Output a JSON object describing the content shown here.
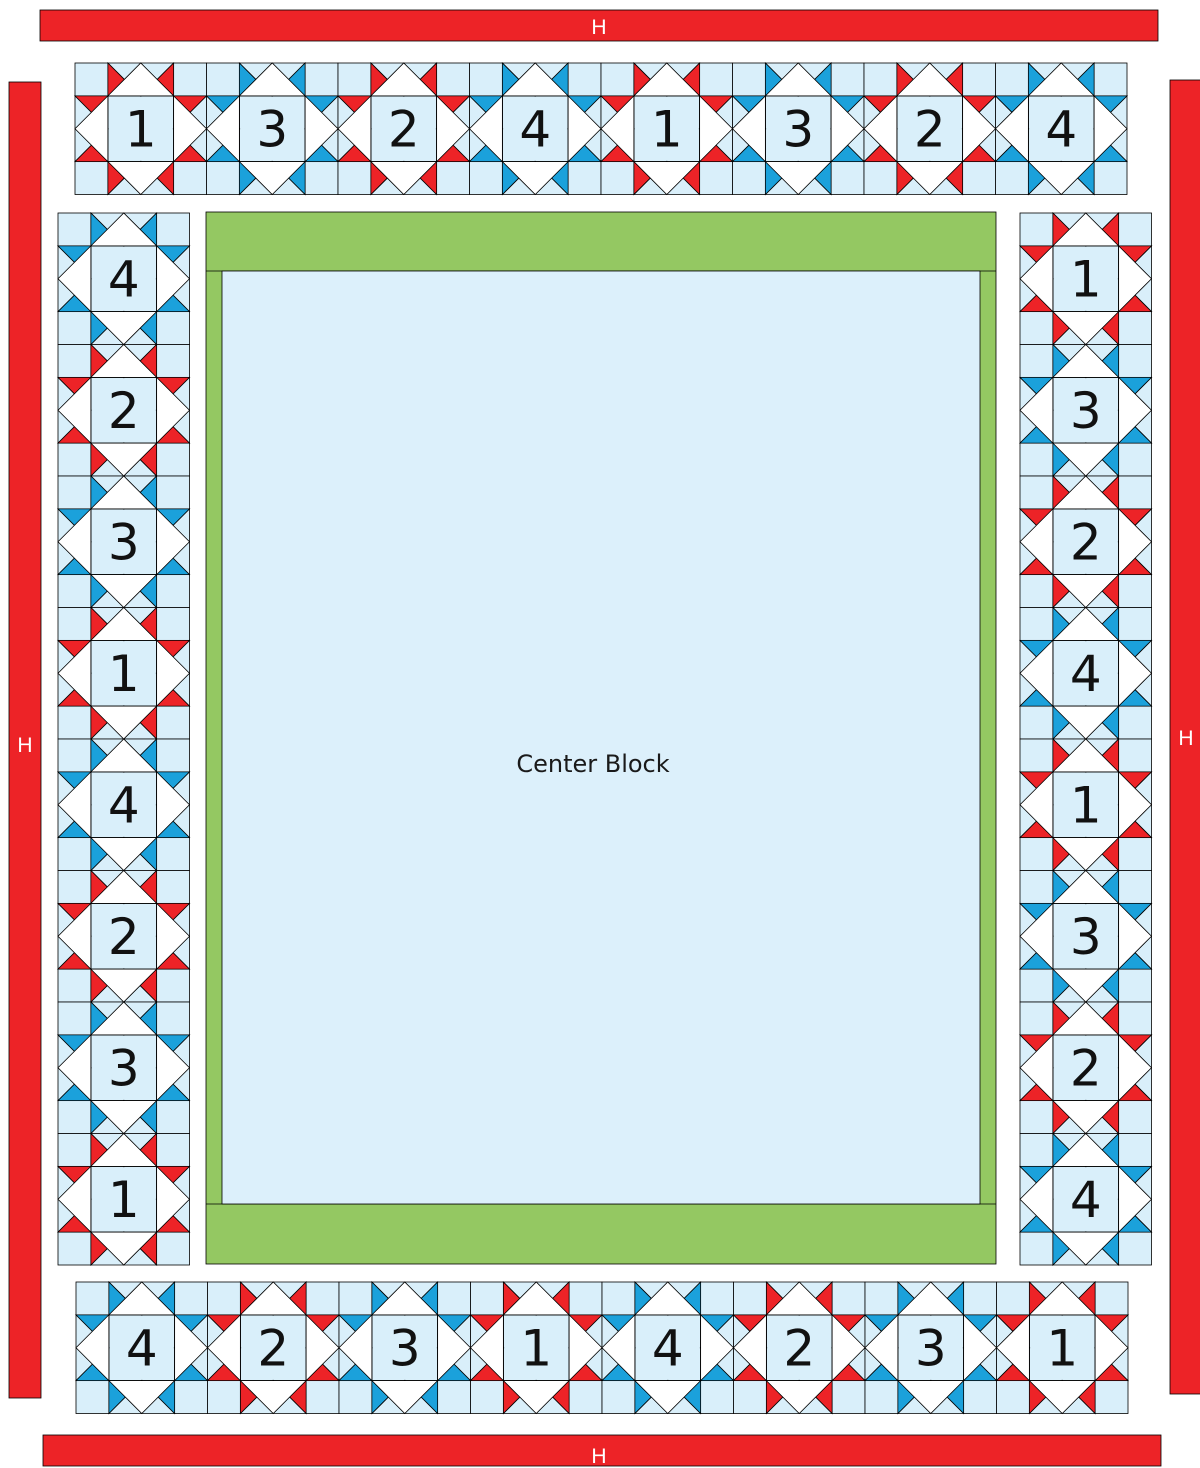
{
  "colors": {
    "red": "#ED2327",
    "blue": "#1BA1DB",
    "light": "#D9EFFA",
    "white": "#FFFFFF",
    "green": "#94C862",
    "outline": "#000000",
    "center_fill": "#DCF0FB"
  },
  "sashing_label": "H",
  "center_label": "Center Block",
  "border_top": [
    "1",
    "3",
    "2",
    "4",
    "1",
    "3",
    "2",
    "4"
  ],
  "border_bottom": [
    "4",
    "2",
    "3",
    "1",
    "4",
    "2",
    "3",
    "1"
  ],
  "border_left": [
    "4",
    "2",
    "3",
    "1",
    "4",
    "2",
    "3",
    "1"
  ],
  "border_right": [
    "1",
    "3",
    "2",
    "4",
    "1",
    "3",
    "2",
    "4"
  ],
  "star_color_by_number": {
    "1": "red",
    "2": "red",
    "3": "blue",
    "4": "blue"
  }
}
